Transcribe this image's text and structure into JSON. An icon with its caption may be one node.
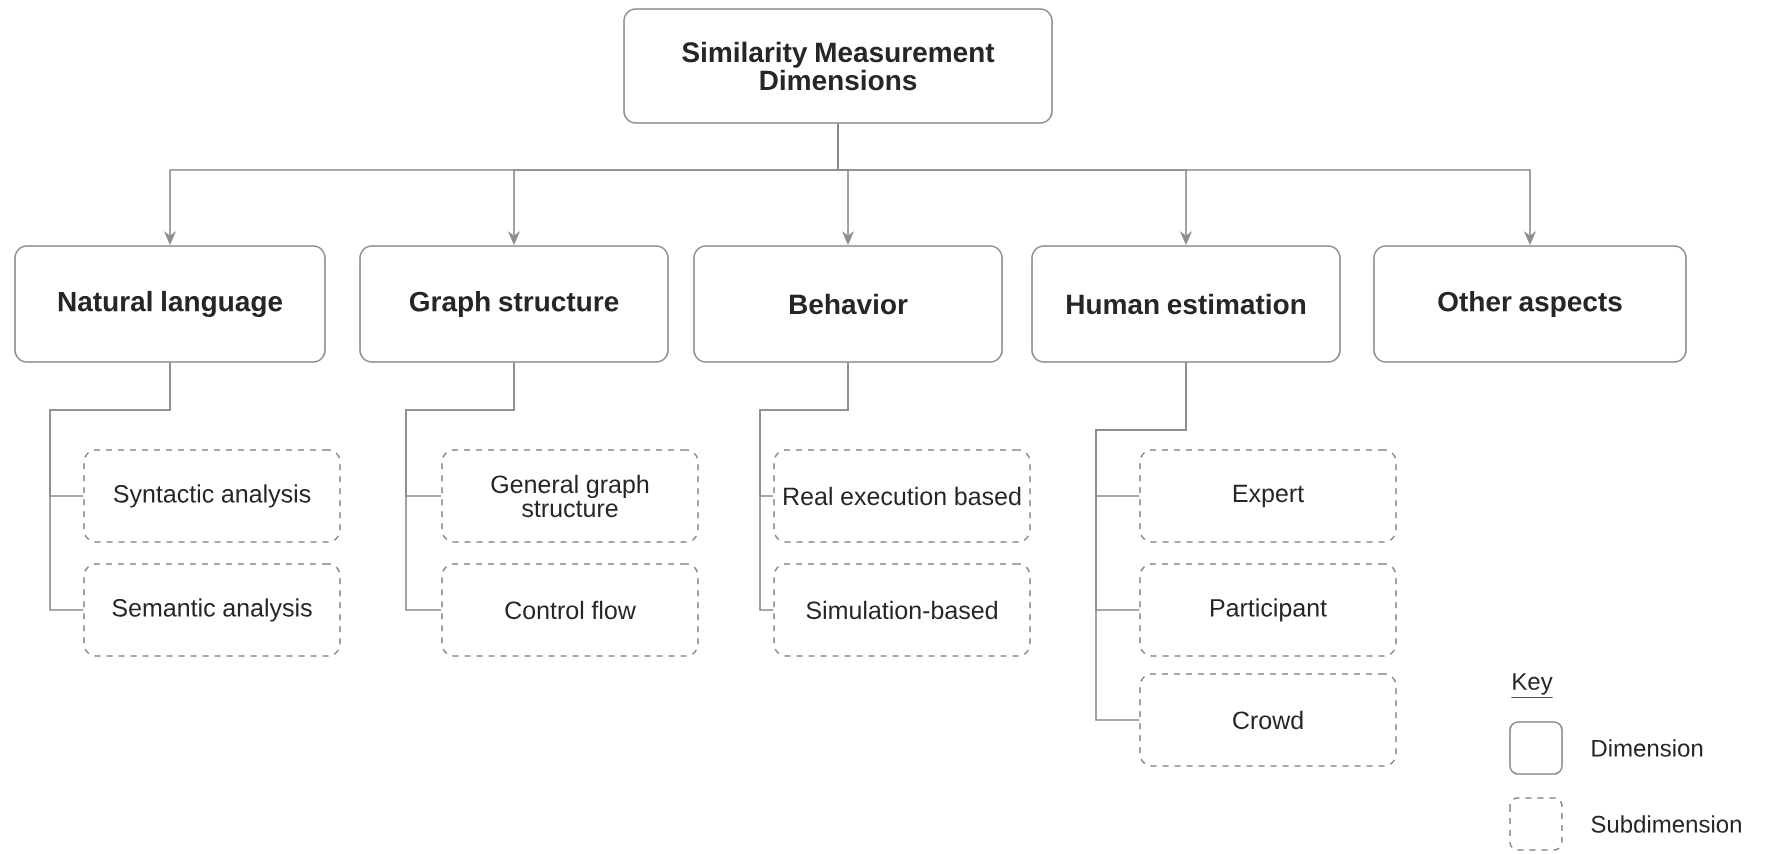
{
  "diagram": {
    "nodes": [
      {
        "text": [
          "Similarity Measurement Dimensions"
        ]
      },
      {
        "text": [
          "Natural language"
        ]
      },
      {
        "text": [
          "Graph structure"
        ]
      },
      {
        "text": [
          "Behavior"
        ]
      },
      {
        "text": [
          "Human estimation"
        ]
      },
      {
        "text": [
          "Other aspects"
        ]
      },
      {
        "text": [
          "Syntactic analysis"
        ]
      },
      {
        "text": [
          "Semantic analysis"
        ]
      },
      {
        "text": [
          "General graph structure"
        ]
      },
      {
        "text": [
          "Control flow"
        ]
      },
      {
        "text": [
          "Real execution based"
        ]
      },
      {
        "text": [
          "Simulation-based"
        ]
      },
      {
        "text": [
          "Expert"
        ]
      },
      {
        "text": [
          "Participant"
        ]
      },
      {
        "text": [
          "Crowd"
        ]
      }
    ],
    "edges": [
      {
        "from": 0,
        "to": 1,
        "arrow": "to"
      },
      {
        "from": 0,
        "to": 2,
        "arrow": "to"
      },
      {
        "from": 0,
        "to": 3,
        "arrow": "to"
      },
      {
        "from": 0,
        "to": 4,
        "arrow": "to"
      },
      {
        "from": 0,
        "to": 5,
        "arrow": "to"
      },
      {
        "from": 1,
        "to": 6,
        "arrow": "none"
      },
      {
        "from": 1,
        "to": 7,
        "arrow": "none"
      },
      {
        "from": 2,
        "to": 8,
        "arrow": "none"
      },
      {
        "from": 2,
        "to": 9,
        "arrow": "none"
      },
      {
        "from": 3,
        "to": 10,
        "arrow": "none"
      },
      {
        "from": 3,
        "to": 11,
        "arrow": "none"
      },
      {
        "from": 4,
        "to": 12,
        "arrow": "none"
      },
      {
        "from": 4,
        "to": 13,
        "arrow": "none"
      },
      {
        "from": 4,
        "to": 14,
        "arrow": "none"
      }
    ],
    "labels": [
      "Key"
    ],
    "legend": [
      {
        "text": "Dimension"
      },
      {
        "text": "Subdimension"
      }
    ]
  }
}
